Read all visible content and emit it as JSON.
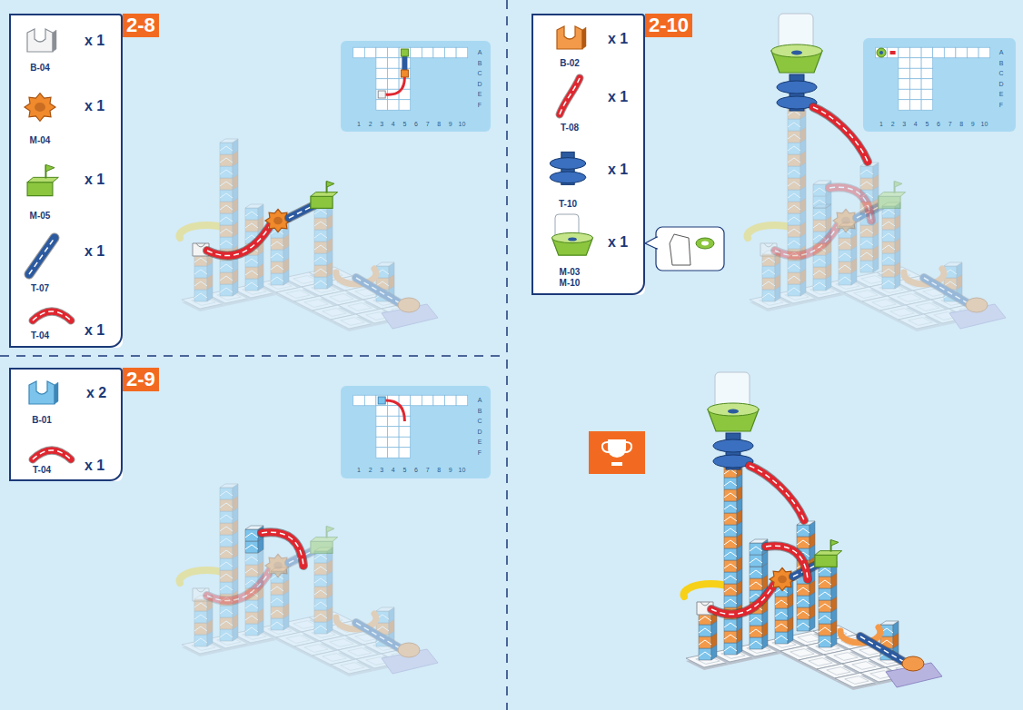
{
  "diagram": {
    "nodes": [
      {
        "text": [
          "2-8"
        ]
      },
      {
        "text": [
          "2-9"
        ]
      },
      {
        "text": [
          "2-10"
        ]
      }
    ],
    "labels": [
      "B-04",
      "x 1",
      "M-04",
      "x 1",
      "M-05",
      "x 1",
      "T-07",
      "x 1",
      "T-04",
      "x 1",
      "A",
      "B",
      "C",
      "D",
      "E",
      "F",
      "1",
      "2",
      "3",
      "4",
      "5",
      "6",
      "7",
      "8",
      "9",
      "10",
      "B-01",
      "x 2",
      "T-04",
      "x 1",
      "A",
      "B",
      "C",
      "D",
      "E",
      "F",
      "1",
      "2",
      "3",
      "4",
      "5",
      "6",
      "7",
      "8",
      "9",
      "10",
      "B-02",
      "x 1",
      "T-08",
      "x 1",
      "T-10",
      "x 1",
      "M-03 M-10",
      "x 1",
      "A",
      "B",
      "C",
      "D",
      "E",
      "F",
      "1",
      "2",
      "3",
      "4",
      "5",
      "6",
      "7",
      "8",
      "9",
      "10"
    ]
  }
}
